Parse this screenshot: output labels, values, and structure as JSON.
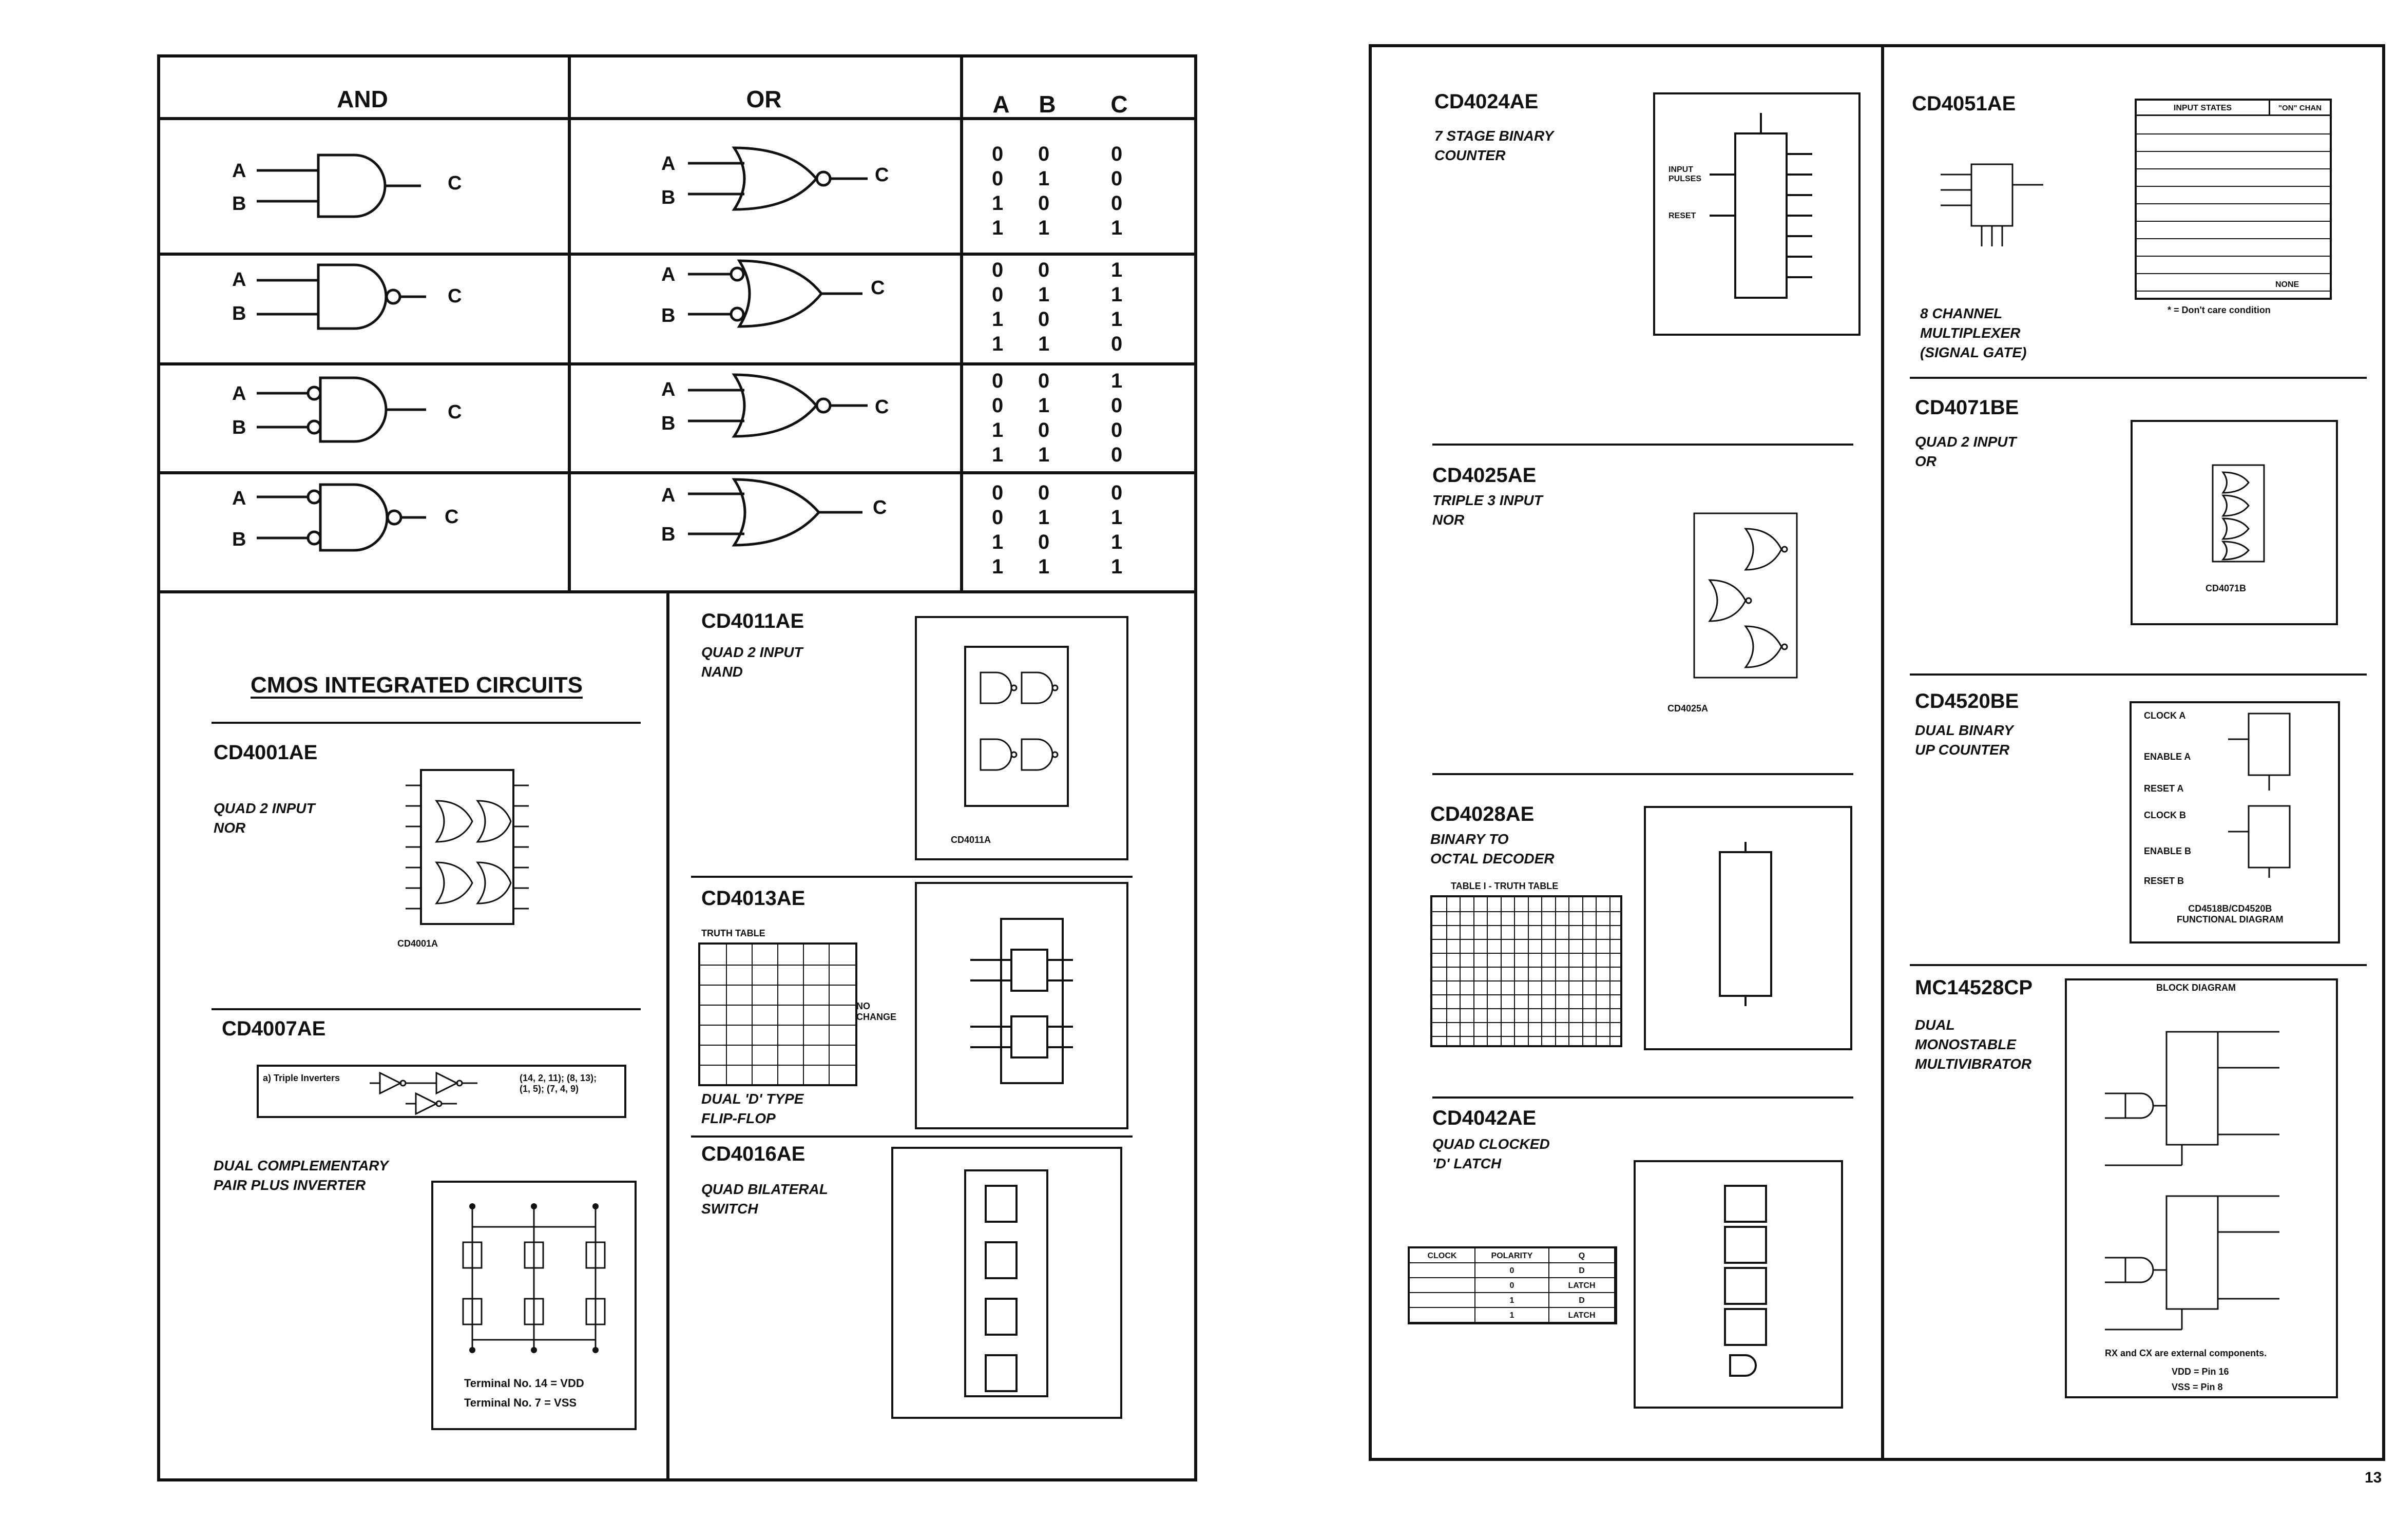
{
  "left_page": {
    "gate_table": {
      "headers": {
        "and": "AND",
        "or": "OR",
        "a": "A",
        "b": "B",
        "c": "C"
      },
      "input_a": "A",
      "input_b": "B",
      "output": "C",
      "rows": [
        {
          "values": [
            [
              "0",
              "0",
              "0"
            ],
            [
              "0",
              "1",
              "0"
            ],
            [
              "1",
              "0",
              "0"
            ],
            [
              "1",
              "1",
              "1"
            ]
          ]
        },
        {
          "values": [
            [
              "0",
              "0",
              "1"
            ],
            [
              "0",
              "1",
              "1"
            ],
            [
              "1",
              "0",
              "1"
            ],
            [
              "1",
              "1",
              "0"
            ]
          ]
        },
        {
          "values": [
            [
              "0",
              "0",
              "1"
            ],
            [
              "0",
              "1",
              "0"
            ],
            [
              "1",
              "0",
              "0"
            ],
            [
              "1",
              "1",
              "0"
            ]
          ]
        },
        {
          "values": [
            [
              "0",
              "0",
              "0"
            ],
            [
              "0",
              "1",
              "1"
            ],
            [
              "1",
              "0",
              "1"
            ],
            [
              "1",
              "1",
              "1"
            ]
          ]
        }
      ]
    },
    "cmos_title": "CMOS INTEGRATED CIRCUITS",
    "chips": {
      "cd4001": {
        "title": "CD4001AE",
        "desc": "QUAD 2 INPUT\nNOR",
        "caption": "CD4001A"
      },
      "cd4007": {
        "title": "CD4007AE",
        "desc": "DUAL COMPLEMENTARY\nPAIR PLUS INVERTER",
        "note": "a) Triple Inverters",
        "pins": "(14, 2, 11); (8, 13);\n(1, 5); (7, 4, 9)",
        "term1": "Terminal No. 14 = VDD",
        "term2": "Terminal No.  7 = VSS"
      },
      "cd4011": {
        "title": "CD4011AE",
        "desc": "QUAD 2 INPUT\nNAND",
        "caption": "CD4011A"
      },
      "cd4013": {
        "title": "CD4013AE",
        "desc": "DUAL 'D' TYPE\nFLIP-FLOP",
        "table_title": "TRUTH TABLE",
        "no_change": "NO CHANGE"
      },
      "cd4016": {
        "title": "CD4016AE",
        "desc": "QUAD BILATERAL\nSWITCH"
      }
    }
  },
  "right_page": {
    "chips": {
      "cd4024": {
        "title": "CD4024AE",
        "desc": "7 STAGE BINARY\nCOUNTER",
        "input_label": "INPUT PULSES",
        "reset_label": "RESET"
      },
      "cd4025": {
        "title": "CD4025AE",
        "desc": "TRIPLE 3 INPUT\nNOR",
        "caption": "CD4025A"
      },
      "cd4028": {
        "title": "CD4028AE",
        "desc": "BINARY TO\nOCTAL DECODER",
        "table_title": "TABLE I - TRUTH TABLE"
      },
      "cd4042": {
        "title": "CD4042AE",
        "desc": "QUAD CLOCKED\n'D' LATCH",
        "table_headers": [
          "CLOCK",
          "POLARITY",
          "Q"
        ],
        "table_rows": [
          [
            "",
            "0",
            "D"
          ],
          [
            "",
            "0",
            "LATCH"
          ],
          [
            "",
            "1",
            "D"
          ],
          [
            "",
            "1",
            "LATCH"
          ]
        ]
      },
      "cd4051": {
        "title": "CD4051AE",
        "desc": "8 CHANNEL\nMULTIPLEXER\n(SIGNAL GATE)",
        "table_header": "INPUT STATES",
        "table_on": "\"ON\" CHAN",
        "note": "* = Don't care condition",
        "none": "NONE"
      },
      "cd4071": {
        "title": "CD4071BE",
        "desc": "QUAD 2 INPUT\nOR",
        "caption": "CD4071B"
      },
      "cd4520": {
        "title": "CD4520BE",
        "desc": "DUAL BINARY\nUP COUNTER",
        "caption": "CD4518B/CD4520B\nFUNCTIONAL DIAGRAM",
        "clock_a": "CLOCK A",
        "enable_a": "ENABLE A",
        "reset_a": "RESET A",
        "clock_b": "CLOCK B",
        "enable_b": "ENABLE B",
        "reset_b": "RESET B"
      },
      "mc14528": {
        "title": "MC14528CP",
        "desc": "DUAL\nMONOSTABLE\nMULTIVIBRATOR",
        "block_title": "BLOCK DIAGRAM",
        "note1": "RX and CX are external components.",
        "note2": "VDD = Pin 16",
        "note3": "VSS = Pin 8"
      }
    },
    "page_number": "13"
  }
}
